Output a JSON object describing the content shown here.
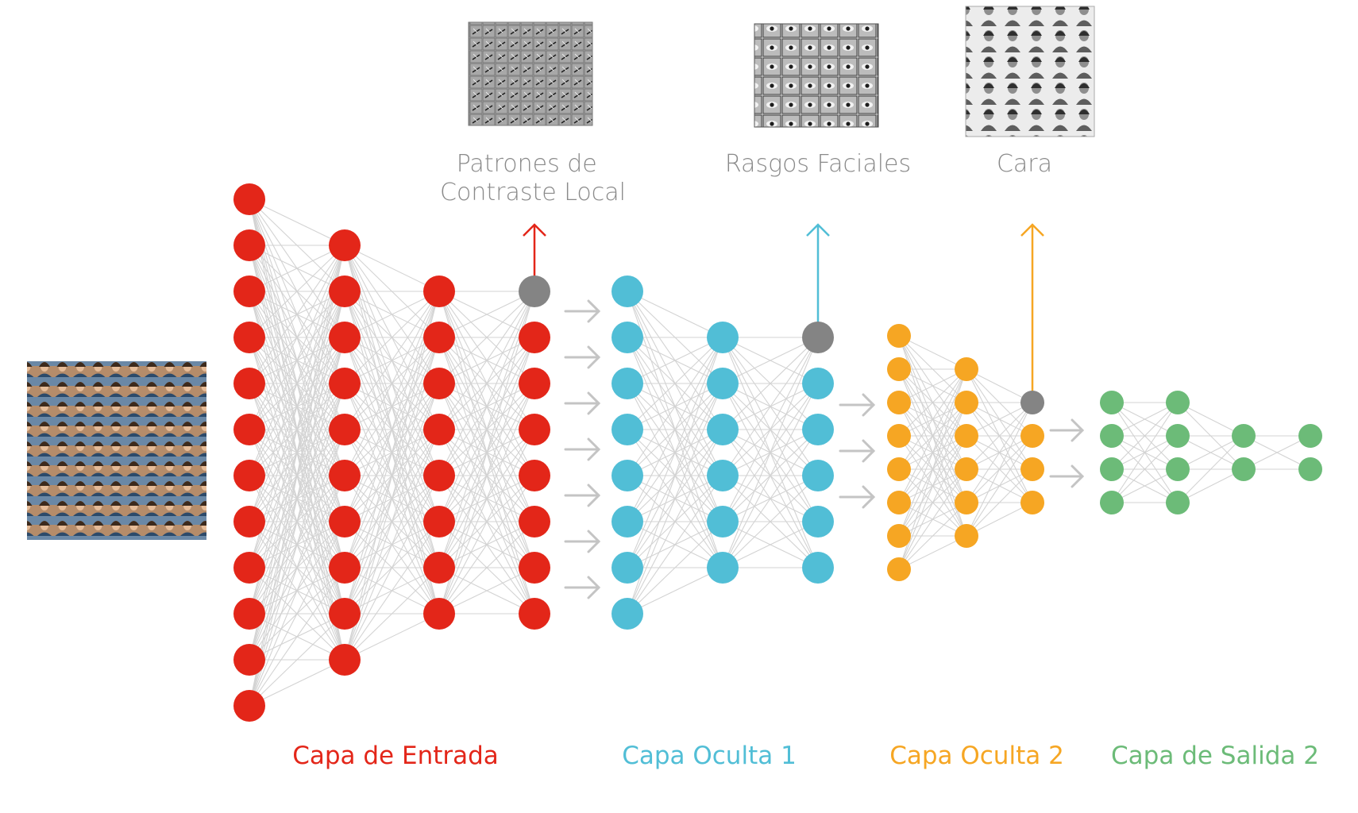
{
  "colors": {
    "input": "#e32619",
    "hidden1": "#51bed6",
    "hidden2": "#f6a623",
    "output": "#6cbb78",
    "feature_node": "#848484",
    "edge": "#d3d3d3",
    "caption": "#8a8a8a"
  },
  "features": [
    {
      "caption_lines": [
        "Patrones de",
        "Contraste Local"
      ],
      "image": "local-contrast-filter-grid"
    },
    {
      "caption_lines": [
        "Rasgos Faciales"
      ],
      "image": "facial-features-grid"
    },
    {
      "caption_lines": [
        "Cara"
      ],
      "image": "faces-grid"
    }
  ],
  "input_image": "face-photo-collage",
  "layer_labels": [
    {
      "text": "Capa de Entrada",
      "color": "#e32619"
    },
    {
      "text": "Capa Oculta 1",
      "color": "#51bed6"
    },
    {
      "text": "Capa Oculta 2",
      "color": "#f6a623"
    },
    {
      "text": "Capa de Salida 2",
      "color": "#6cbb78"
    }
  ],
  "network": {
    "groups": [
      {
        "color": "#e32619",
        "columns": [
          12,
          10,
          8,
          8
        ]
      },
      {
        "color": "#51bed6",
        "columns": [
          8,
          6,
          6
        ]
      },
      {
        "color": "#f6a623",
        "columns": [
          8,
          6,
          4
        ]
      },
      {
        "color": "#6cbb78",
        "columns": [
          4,
          4,
          2,
          2
        ]
      }
    ],
    "feature_node_columns": [
      3,
      6,
      9
    ]
  }
}
